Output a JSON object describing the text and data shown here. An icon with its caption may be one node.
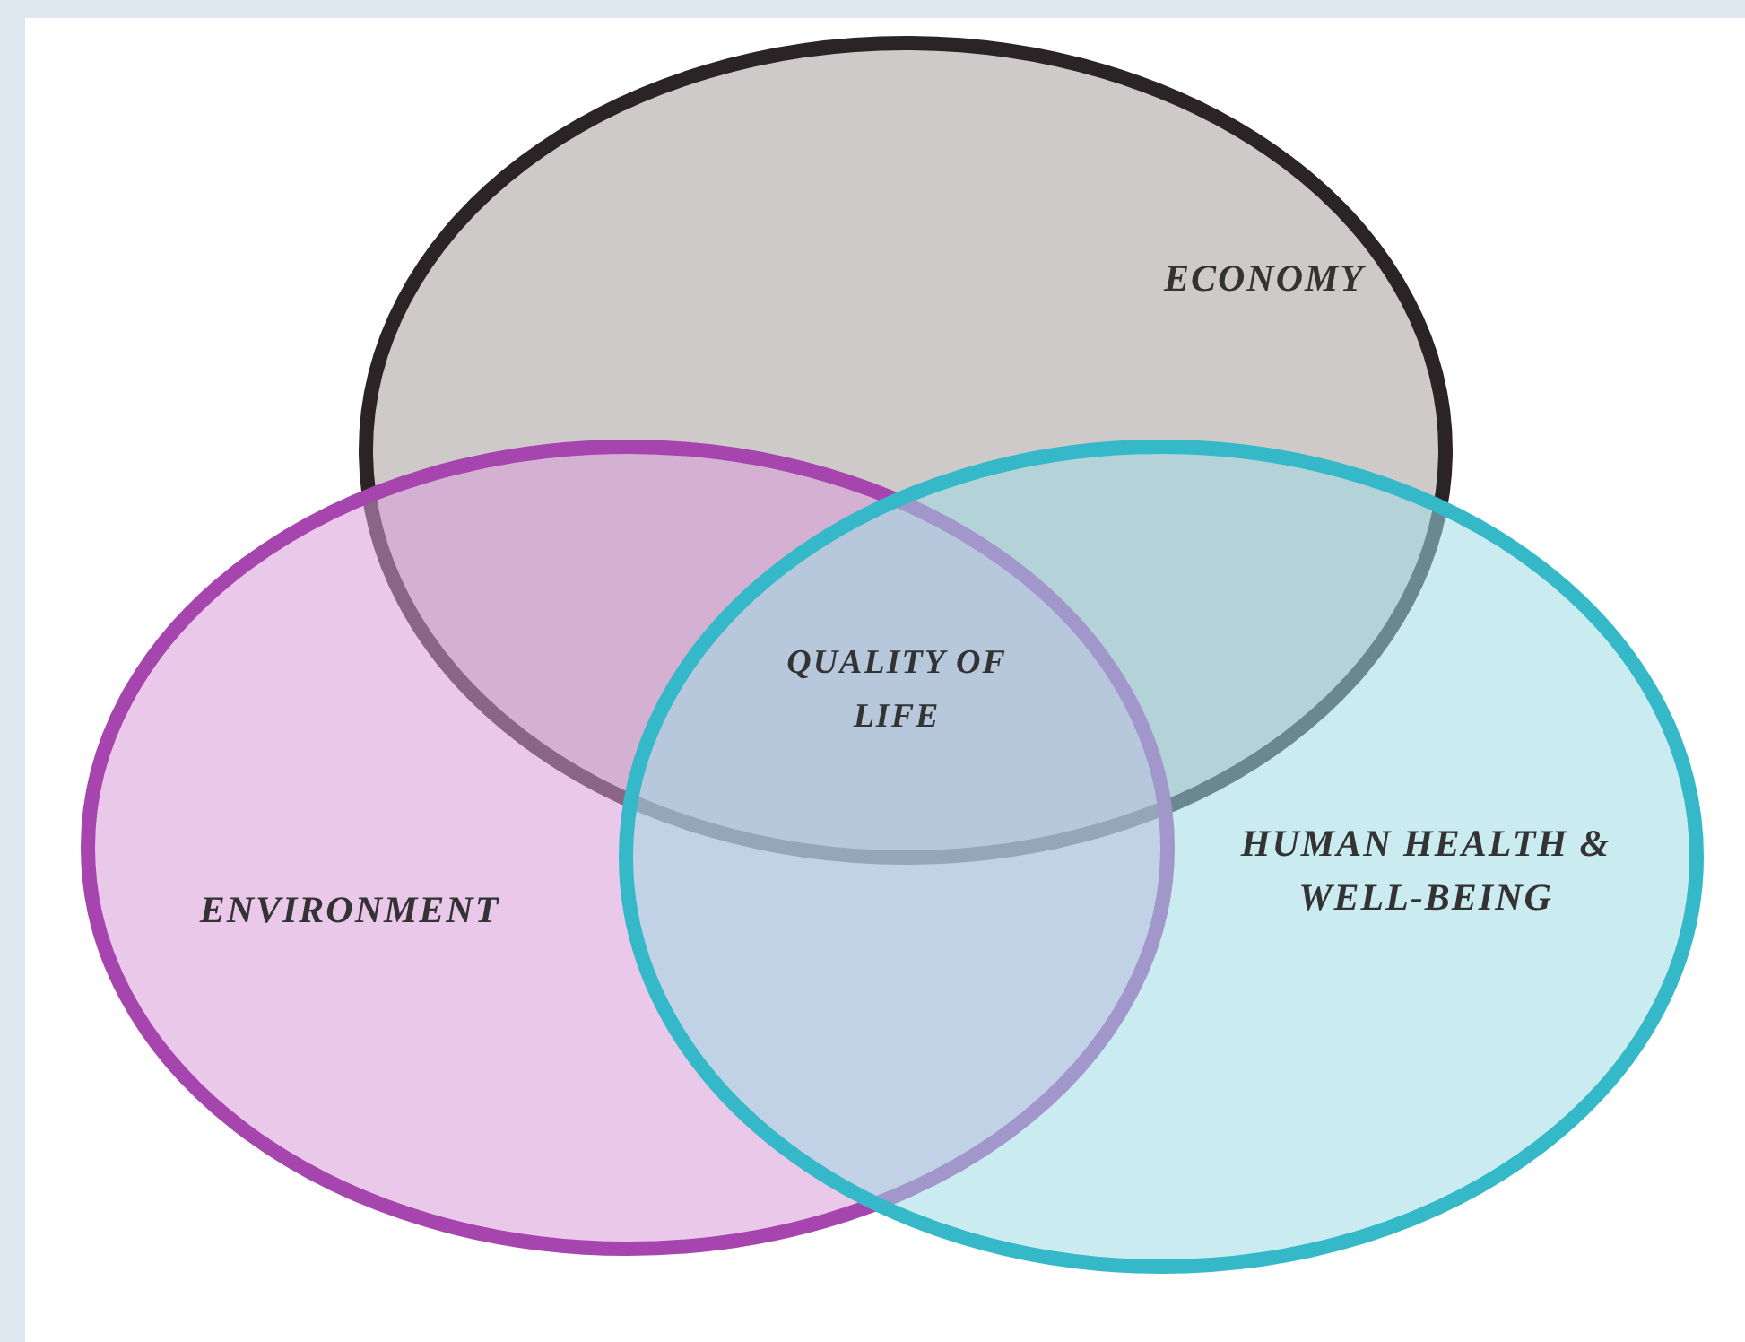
{
  "diagram": {
    "nodes": [
      {
        "text": [
          "ECONOMY"
        ]
      },
      {
        "text": [
          "ENVIRONMENT"
        ]
      },
      {
        "text": [
          "HUMAN HEALTH & WELL-BEING"
        ]
      }
    ],
    "labels": [
      "QUALITY OF LIFE"
    ]
  }
}
